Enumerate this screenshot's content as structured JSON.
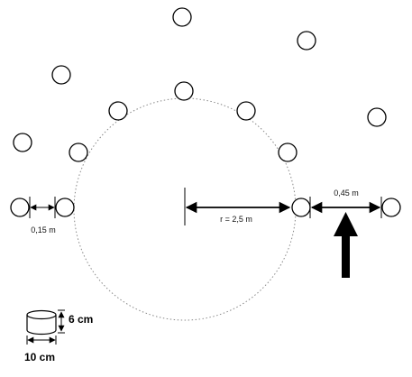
{
  "labels": {
    "radius": "r = 2,5 m",
    "gap_small": "0,15 m",
    "gap_large": "0,45 m",
    "can_height": "6 cm",
    "can_diameter": "10 cm"
  },
  "colors": {
    "ink": "#000000",
    "circle_dots": "#888888",
    "background": "#ffffff"
  },
  "arrow_icon": "arrow-up-icon"
}
